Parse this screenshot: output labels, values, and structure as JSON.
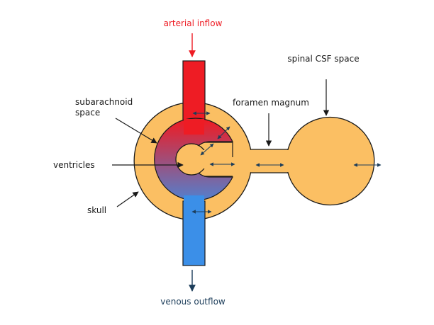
{
  "labels": {
    "arterial_inflow": "arterial inflow",
    "subarachnoid_line1": "subarachnoid",
    "subarachnoid_line2": "space",
    "foramen_magnum": "foramen magnum",
    "spinal_csf_space": "spinal CSF space",
    "ventricles": "ventricles",
    "skull": "skull",
    "venous_outflow": "venous outflow"
  },
  "colors": {
    "csf_fill": "#fbbf63",
    "outline": "#1a1a1a",
    "arterial": "#ee1c24",
    "venous": "#3b8fe8",
    "venous_label": "#1c3d5a",
    "flow_arrow": "#1c3d5a"
  }
}
